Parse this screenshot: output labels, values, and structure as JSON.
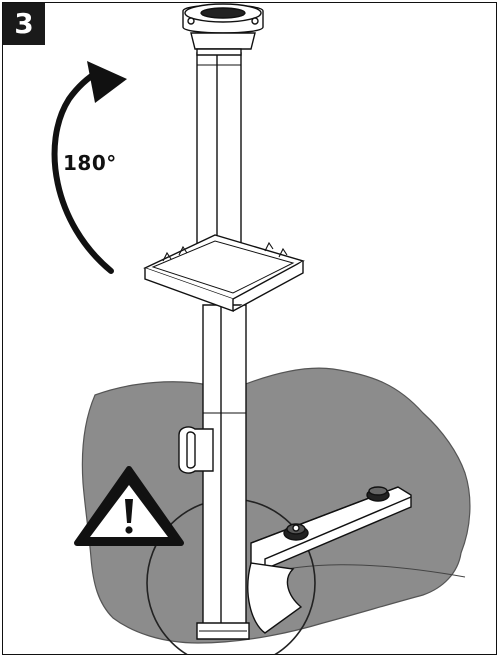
{
  "step": {
    "number": "3"
  },
  "rotation": {
    "angle_label": "180°"
  },
  "colors": {
    "ink": "#111111",
    "ground": "#8c8c8c",
    "ground_edge": "#555555",
    "part_fill": "#ffffff",
    "badge": "#1a1a1a"
  },
  "icons": {
    "warning": "warning-triangle-icon",
    "rotation": "rotation-arrow-icon",
    "step": "step-badge"
  }
}
